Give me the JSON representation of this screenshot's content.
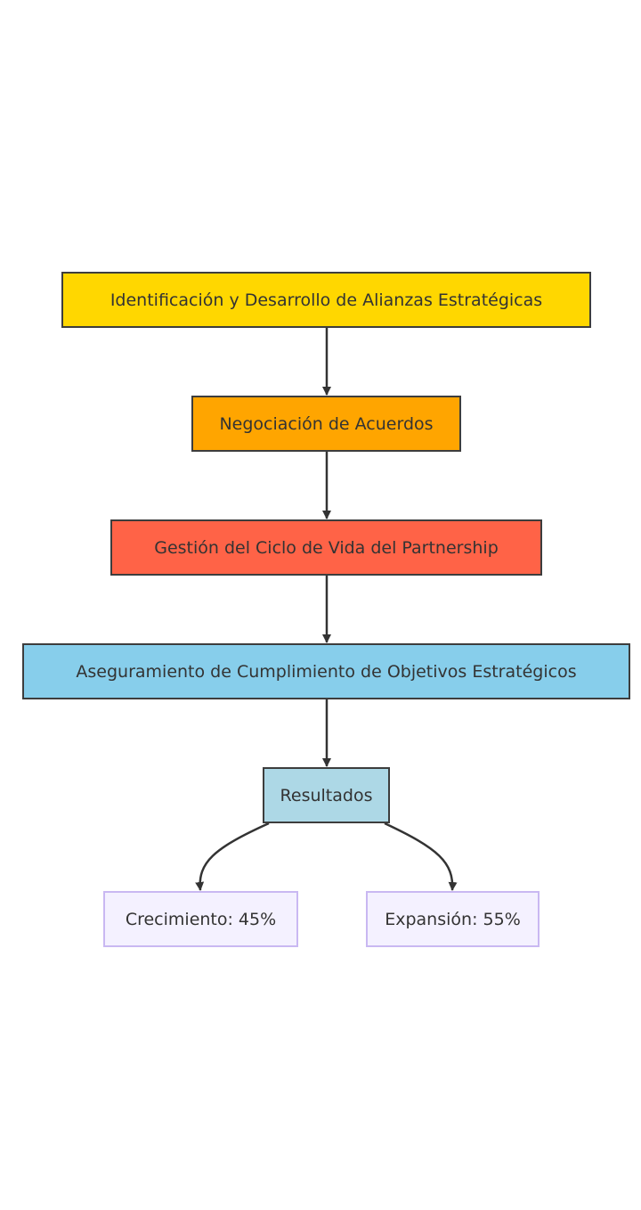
{
  "flowchart": {
    "nodes": {
      "identificacion": "Identificación y Desarrollo de Alianzas Estratégicas",
      "negociacion": "Negociación de Acuerdos",
      "gestion": "Gestión del Ciclo de Vida del Partnership",
      "aseguramiento": "Aseguramiento de Cumplimiento de Objetivos Estratégicos",
      "resultados": "Resultados",
      "crecimiento": "Crecimiento: 45%",
      "expansion": "Expansión: 55%"
    },
    "edges": [
      {
        "from": "identificacion",
        "to": "negociacion"
      },
      {
        "from": "negociacion",
        "to": "gestion"
      },
      {
        "from": "gestion",
        "to": "aseguramiento"
      },
      {
        "from": "aseguramiento",
        "to": "resultados"
      },
      {
        "from": "resultados",
        "to": "crecimiento"
      },
      {
        "from": "resultados",
        "to": "expansion"
      }
    ],
    "colors": {
      "identificacion": "#ffd700",
      "negociacion": "#ffa500",
      "gestion": "#ff6347",
      "aseguramiento": "#87ceeb",
      "resultados": "#add8e6",
      "leaf_fill": "#f4f1ff",
      "leaf_border": "#c9b8f2",
      "edge": "#333333"
    }
  }
}
